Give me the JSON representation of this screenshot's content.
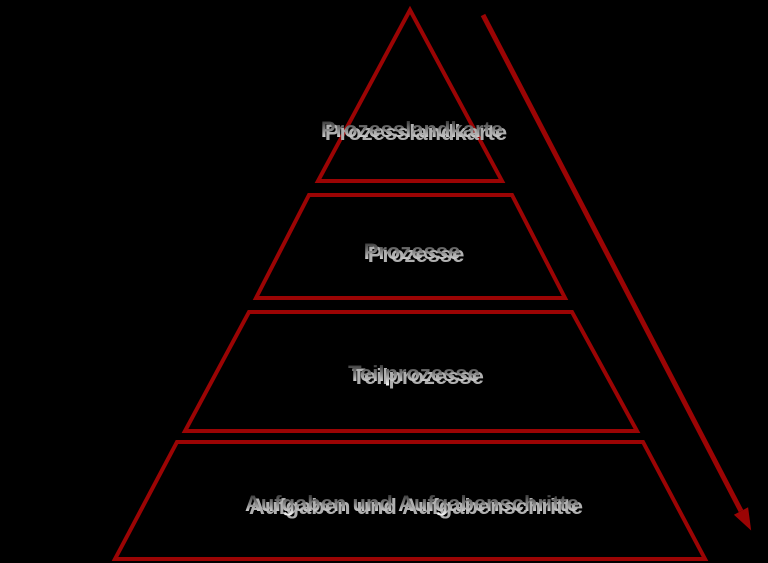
{
  "colors": {
    "background": "#000000",
    "line": "#9b0404",
    "arrow": "#9b0404",
    "label_shadow": "#b0b0b0",
    "label_gradient_top": "#1c1c1c",
    "label_gradient_mid": "#777777",
    "label_gradient_bottom": "#ffffff"
  },
  "pyramid": {
    "levels": [
      {
        "label": "Prozesslandkarte"
      },
      {
        "label": "Prozesse"
      },
      {
        "label": "Teilprozesse"
      },
      {
        "label": "Aufgaben und Aufgabenschritte"
      }
    ]
  }
}
